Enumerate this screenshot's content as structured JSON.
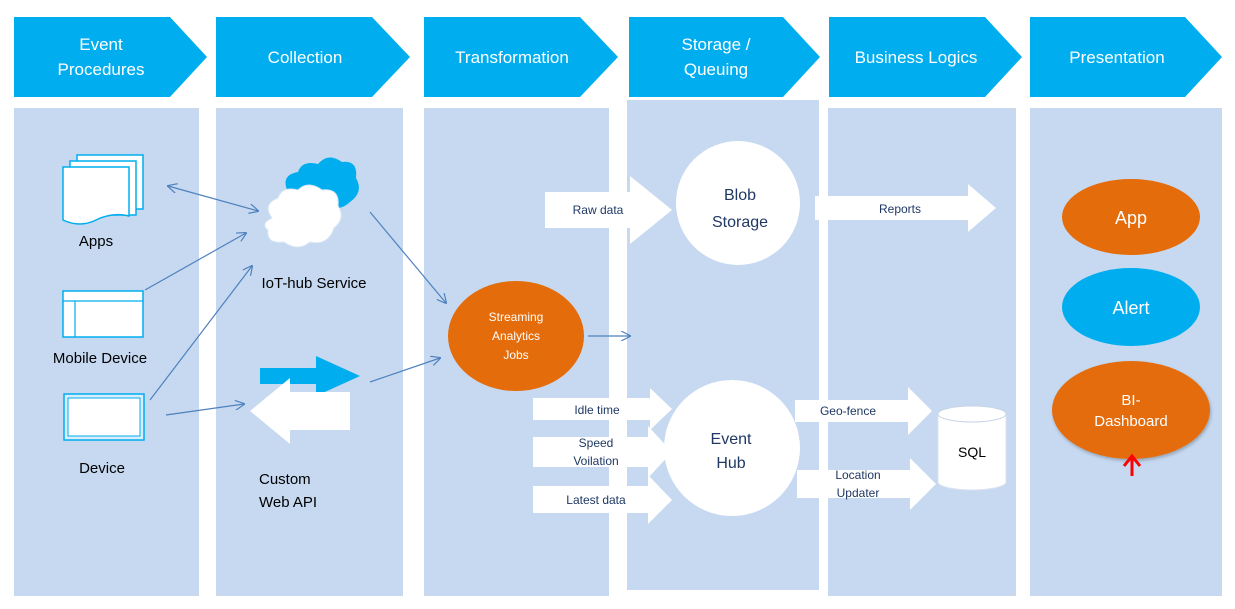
{
  "stages": [
    {
      "line1": "Event",
      "line2": "Procedures"
    },
    {
      "line1": "Collection",
      "line2": ""
    },
    {
      "line1": "Transformation",
      "line2": ""
    },
    {
      "line1": "Storage /",
      "line2": "Queuing"
    },
    {
      "line1": "Business Logics",
      "line2": ""
    },
    {
      "line1": "Presentation",
      "line2": ""
    }
  ],
  "sources": {
    "apps": "Apps",
    "mobile": "Mobile Device",
    "device": "Device"
  },
  "collection": {
    "iot_hub": "IoT-hub Service",
    "web_api_line1": "Custom",
    "web_api_line2": "Web API"
  },
  "transformation": {
    "streaming_line1": "Streaming",
    "streaming_line2": "Analytics",
    "streaming_line3": "Jobs",
    "raw_data": "Raw data",
    "idle_time": "Idle time",
    "speed_line1": "Speed",
    "speed_line2": "Voilation",
    "latest_data": "Latest data"
  },
  "storage": {
    "blob_line1": "Blob",
    "blob_line2": "Storage",
    "hub_line1": "Event",
    "hub_line2": "Hub"
  },
  "business": {
    "reports": "Reports",
    "geo_fence": "Geo-fence",
    "location_line1": "Location",
    "location_line2": "Updater",
    "sql": "SQL"
  },
  "presentation": {
    "app": "App",
    "alert": "Alert",
    "bi_line1": "BI-",
    "bi_line2": "Dashboard"
  },
  "colors": {
    "header_blue": "#00aeef",
    "column_bg": "#c6d9f1",
    "node_orange": "#e46c0a",
    "arrow_blue": "#4f81bd",
    "marker_red": "#ff0000"
  }
}
